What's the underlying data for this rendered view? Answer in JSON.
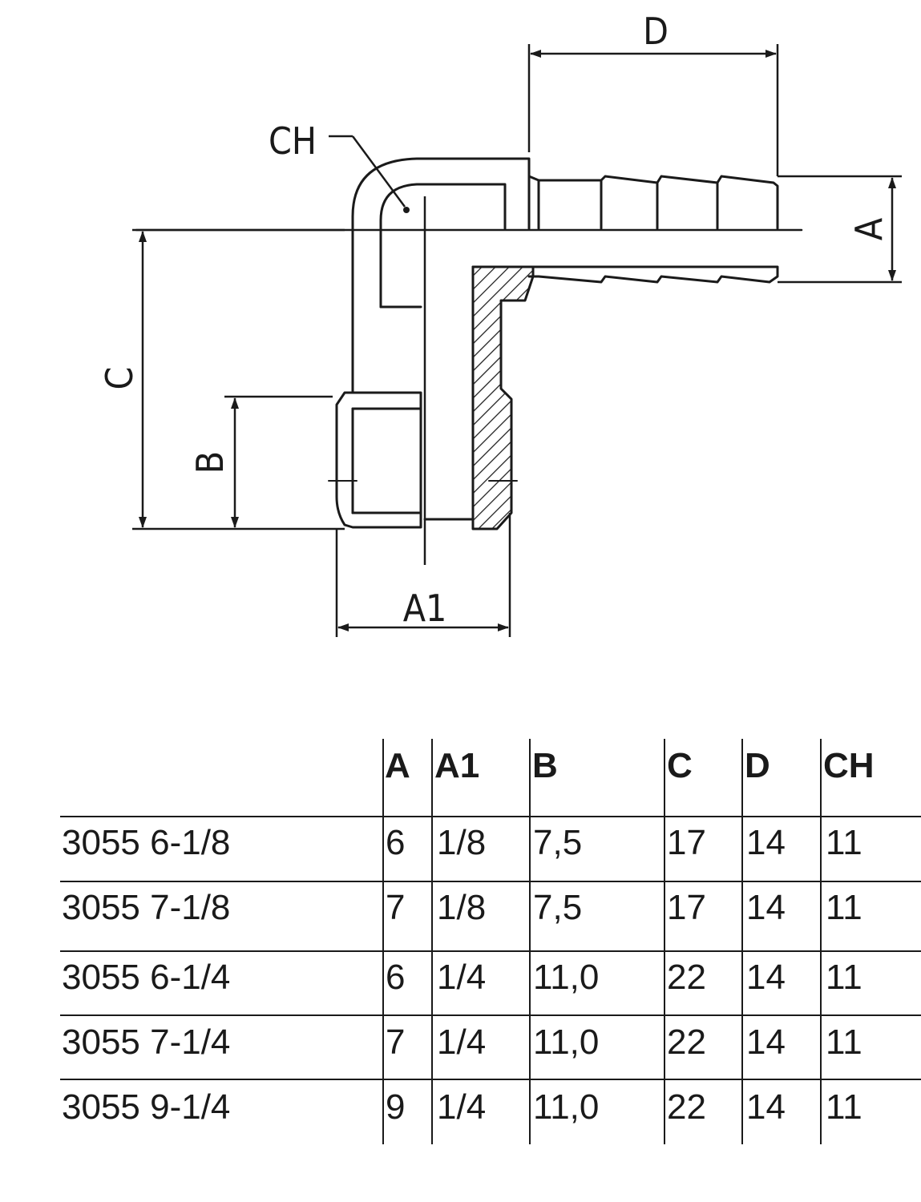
{
  "drawing": {
    "labels": {
      "D": "D",
      "CH": "CH",
      "A": "A",
      "C": "C",
      "B": "B",
      "A1": "A1"
    }
  },
  "table": {
    "columns": [
      "A",
      "A1",
      "B",
      "C",
      "D",
      "CH"
    ],
    "rows": [
      {
        "code": "3055 6-1/8",
        "values": [
          "6",
          "1/8",
          "7,5",
          "17",
          "14",
          "11"
        ]
      },
      {
        "code": "3055 7-1/8",
        "values": [
          "7",
          "1/8",
          "7,5",
          "17",
          "14",
          "11"
        ]
      },
      {
        "code": "3055 6-1/4",
        "values": [
          "6",
          "1/4",
          "11,0",
          "22",
          "14",
          "11"
        ]
      },
      {
        "code": "3055 7-1/4",
        "values": [
          "7",
          "1/4",
          "11,0",
          "22",
          "14",
          "11"
        ]
      },
      {
        "code": "3055 9-1/4",
        "values": [
          "9",
          "1/4",
          "11,0",
          "22",
          "14",
          "11"
        ]
      }
    ]
  }
}
